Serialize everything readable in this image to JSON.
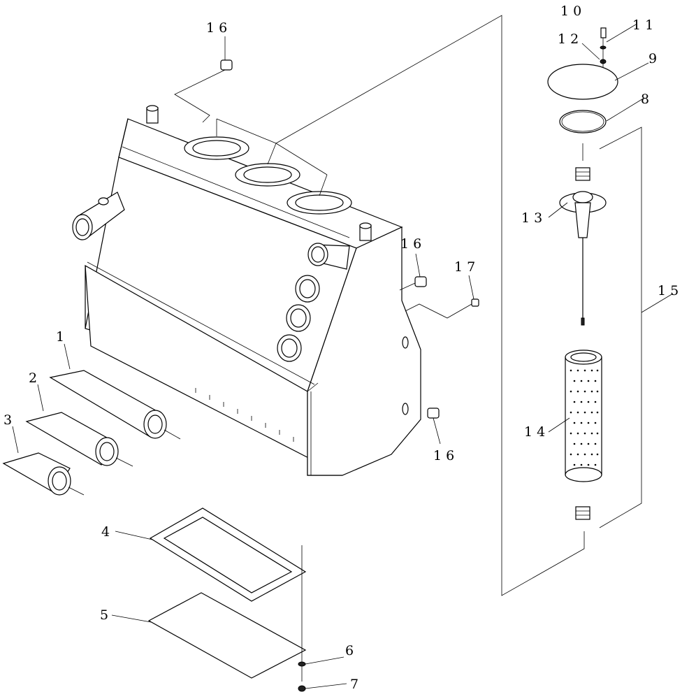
{
  "diagram": {
    "callouts": {
      "c1": "1",
      "c2": "2",
      "c3": "3",
      "c4": "4",
      "c5": "5",
      "c6": "6",
      "c7": "7",
      "c8": "8",
      "c9": "9",
      "c10": "10",
      "c11": "11",
      "c12": "12",
      "c13": "13",
      "c14": "14",
      "c15": "15",
      "c16a": "16",
      "c16b": "16",
      "c16c": "16",
      "c17": "17"
    }
  }
}
